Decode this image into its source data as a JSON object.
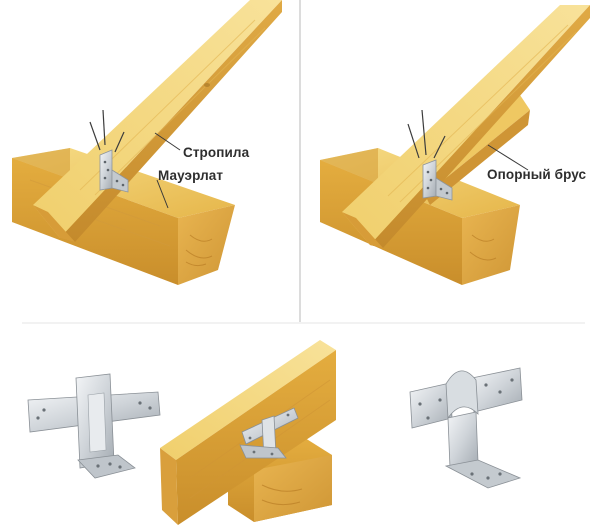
{
  "labels": {
    "rafters": "Стропила",
    "mauerlat": "Мауэрлат",
    "support_beam": "Опорный брус"
  },
  "colors": {
    "wood_light": "#f4d57a",
    "wood_mid": "#e8b848",
    "wood_dark": "#c98f2c",
    "wood_end": "#d9a244",
    "metal_light": "#eef0f2",
    "metal_mid": "#c9ced3",
    "metal_dark": "#8d949b",
    "divider": "#bdbdbd",
    "leader": "#3a3a3a"
  }
}
